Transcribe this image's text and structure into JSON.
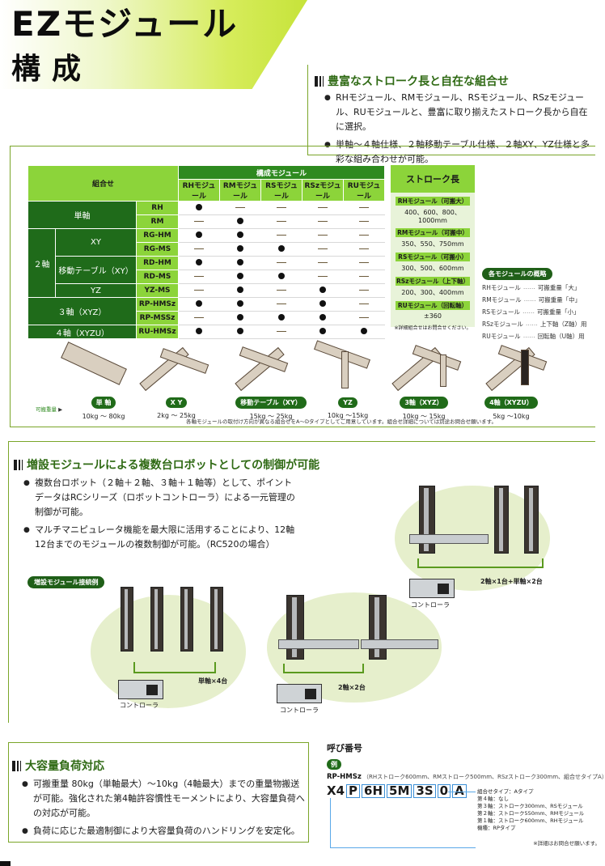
{
  "header": {
    "title": "EZモジュール",
    "subtitle": "構成"
  },
  "feature_stroke": {
    "heading": "豊富なストローク長と自在な組合せ",
    "bullets": [
      "RHモジュール、RMモジュール、RSモジュール、RSzモジュール、RUモジュールと、豊富に取り揃えたストローク長から自在に選択。",
      "単軸～４軸仕様、２軸移動テーブル仕様、２軸XY、YZ仕様と多彩な組み合わせが可能。"
    ]
  },
  "combo_table": {
    "corner": "組合せ",
    "group_header": "構成モジュール",
    "columns": [
      "RHモジュール",
      "RMモジュール",
      "RSモジュール",
      "RSzモジュール",
      "RUモジュール"
    ],
    "groups": {
      "single": "単軸",
      "two_axis": "２軸",
      "xy": "XY",
      "moving_table": "移動テーブル（XY）",
      "yz": "YZ",
      "three_axis": "３軸（XYZ）",
      "four_axis": "４軸（XYZU）"
    },
    "rows": [
      {
        "code": "RH",
        "values": [
          1,
          0,
          0,
          0,
          0
        ]
      },
      {
        "code": "RM",
        "values": [
          0,
          1,
          0,
          0,
          0
        ]
      },
      {
        "code": "RG-HM",
        "values": [
          1,
          1,
          0,
          0,
          0
        ]
      },
      {
        "code": "RG-MS",
        "values": [
          0,
          1,
          1,
          0,
          0
        ]
      },
      {
        "code": "RD-HM",
        "values": [
          1,
          1,
          0,
          0,
          0
        ]
      },
      {
        "code": "RD-MS",
        "values": [
          0,
          1,
          1,
          0,
          0
        ]
      },
      {
        "code": "YZ-MS",
        "values": [
          0,
          1,
          0,
          1,
          0
        ]
      },
      {
        "code": "RP-HMSz",
        "values": [
          1,
          1,
          0,
          1,
          0
        ]
      },
      {
        "code": "RP-MSSz",
        "values": [
          0,
          1,
          1,
          1,
          0
        ]
      },
      {
        "code": "RU-HMSz",
        "values": [
          1,
          1,
          0,
          1,
          1
        ]
      }
    ],
    "symbols": {
      "yes": "●",
      "no": "—"
    }
  },
  "stroke_length": {
    "heading": "ストローク長",
    "items": [
      {
        "label": "RHモジュール（可搬大）",
        "value": "400、600、800、1000mm"
      },
      {
        "label": "RMモジュール（可搬中）",
        "value": "350、550、750mm"
      },
      {
        "label": "RSモジュール（可搬小）",
        "value": "300、500、600mm"
      },
      {
        "label": "RSzモジュール（上下軸）",
        "value": "200、300、400mm"
      },
      {
        "label": "RUモジュール（回転軸）",
        "value": "±360"
      }
    ],
    "note": "※詳細組合せはお問合せください。"
  },
  "module_overview": {
    "heading": "各モジュールの概略",
    "items": [
      {
        "name": "RHモジュール",
        "desc": "可搬重量「大」"
      },
      {
        "name": "RMモジュール",
        "desc": "可搬重量「中」"
      },
      {
        "name": "RSモジュール",
        "desc": "可搬重量「小」"
      },
      {
        "name": "RSzモジュール",
        "desc": "上下軸（Z軸）用"
      },
      {
        "name": "RUモジュール",
        "desc": "回転軸（U軸）用"
      }
    ]
  },
  "configurations": {
    "payload_label": "可搬重量",
    "items": [
      {
        "name": "単 軸",
        "payload": "10kg ～ 80kg"
      },
      {
        "name": "X Y",
        "payload": "2kg ～ 25kg"
      },
      {
        "name": "移動テーブル（XY）",
        "payload": "15kg ～ 25kg"
      },
      {
        "name": "YZ",
        "payload": "10kg ～15kg"
      },
      {
        "name": "3軸（XYZ）",
        "payload": "10kg ～ 15kg"
      },
      {
        "name": "4軸（XYZU）",
        "payload": "5kg ～10kg"
      }
    ],
    "note": "各軸モジュールの取付け方向が異なる組合せをA～Dタイプとしてご用意しています。組合せ詳細については別途お問合せ願います。"
  },
  "feature_multi": {
    "heading": "増設モジュールによる複数台ロボットとしての制御が可能",
    "bullets": [
      "複数台ロボット（２軸＋２軸、３軸＋１軸等）として、ポイントデータはRCシリーズ（ロボットコントローラ）による一元管理の制御が可能。",
      "マルチマニピュレータ機能を最大限に活用することにより、12軸12台までのモジュールの複数制御が可能。（RC520の場合）"
    ],
    "example_label": "増設モジュール接続例",
    "diagrams": [
      {
        "caption": "単軸×4台",
        "controller": "コントローラ"
      },
      {
        "caption": "2軸×2台",
        "controller": "コントローラ"
      },
      {
        "caption": "2軸×1台+単軸×2台",
        "controller": "コントローラ"
      }
    ]
  },
  "feature_load": {
    "heading": "大容量負荷対応",
    "bullets": [
      "可搬重量 80kg（単軸最大）～10kg（4軸最大）までの重量物搬送が可能。強化された第4軸許容慣性モーメントにより、大容量負荷への対応が可能。",
      "負荷に応じた最適制御により大容量負荷のハンドリングを安定化。"
    ]
  },
  "part_number": {
    "heading": "呼び番号",
    "example_badge": "例",
    "model": "RP-HMSz",
    "model_desc": "（RHストローク600mm、RMストローク500mm、RSzストローク300mm、組合せタイプA）",
    "prefix": "X4",
    "segments": [
      "P",
      "6H",
      "5M",
      "3S",
      "0",
      "A"
    ],
    "legend": [
      "組合せタイプ：Aタイプ",
      "第４軸：なし",
      "第３軸：ストローク300mm、RSモジュール",
      "第２軸：ストローク550mm、RMモジュール",
      "第１軸：ストローク600mm、RHモジュール",
      "機種：RPタイプ"
    ],
    "note": "※詳細はお問合せ願います。"
  },
  "colors": {
    "accent_green": "#2e8a1f",
    "light_green": "#8cd43a",
    "dark_green": "#1f6b1a",
    "border_green": "#7aa529",
    "code_blue": "#3a8fd6"
  }
}
